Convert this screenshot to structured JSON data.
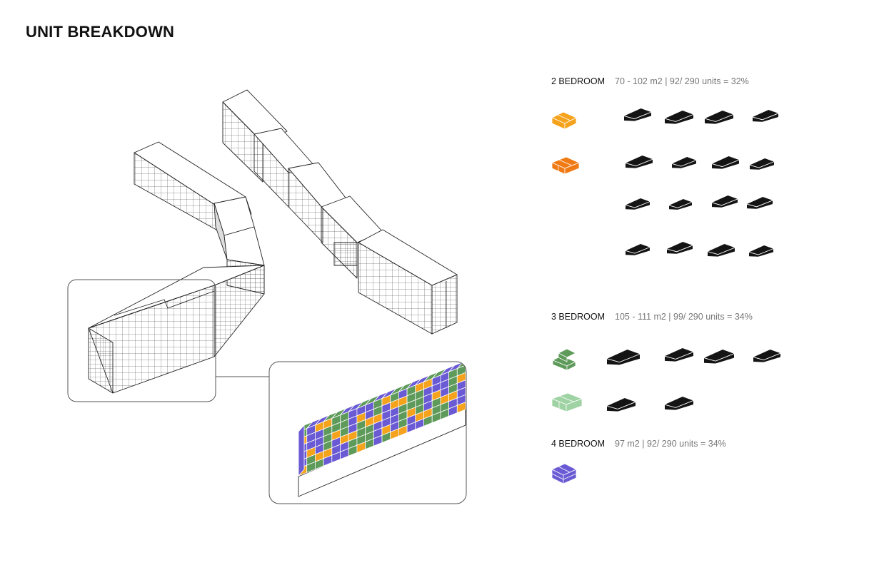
{
  "page": {
    "title": "UNIT BREAKDOWN"
  },
  "legend": {
    "two_bedroom": {
      "name": "2 BEDROOM",
      "stats": "70 - 102 m2   |  92/ 290 units =  32%",
      "colors": [
        "#f5a21c",
        "#f07a14"
      ]
    },
    "three_bedroom": {
      "name": "3 BEDROOM",
      "stats": "105 - 111 m2   |  99/ 290 units =  34%",
      "colors": [
        "#5e9a5a",
        "#9fd3a4"
      ]
    },
    "four_bedroom": {
      "name": "4 BEDROOM",
      "stats": "97 m2   |  92/ 290 units =  34%",
      "colors": [
        "#6a5ad4"
      ]
    }
  },
  "colors": {
    "orange": "#f5a21c",
    "dark_orange": "#f07a14",
    "green": "#5e9a5a",
    "light_green": "#9fd3a4",
    "purple": "#6a5ad4",
    "unit_shape": "#141414",
    "line": "#222222"
  }
}
